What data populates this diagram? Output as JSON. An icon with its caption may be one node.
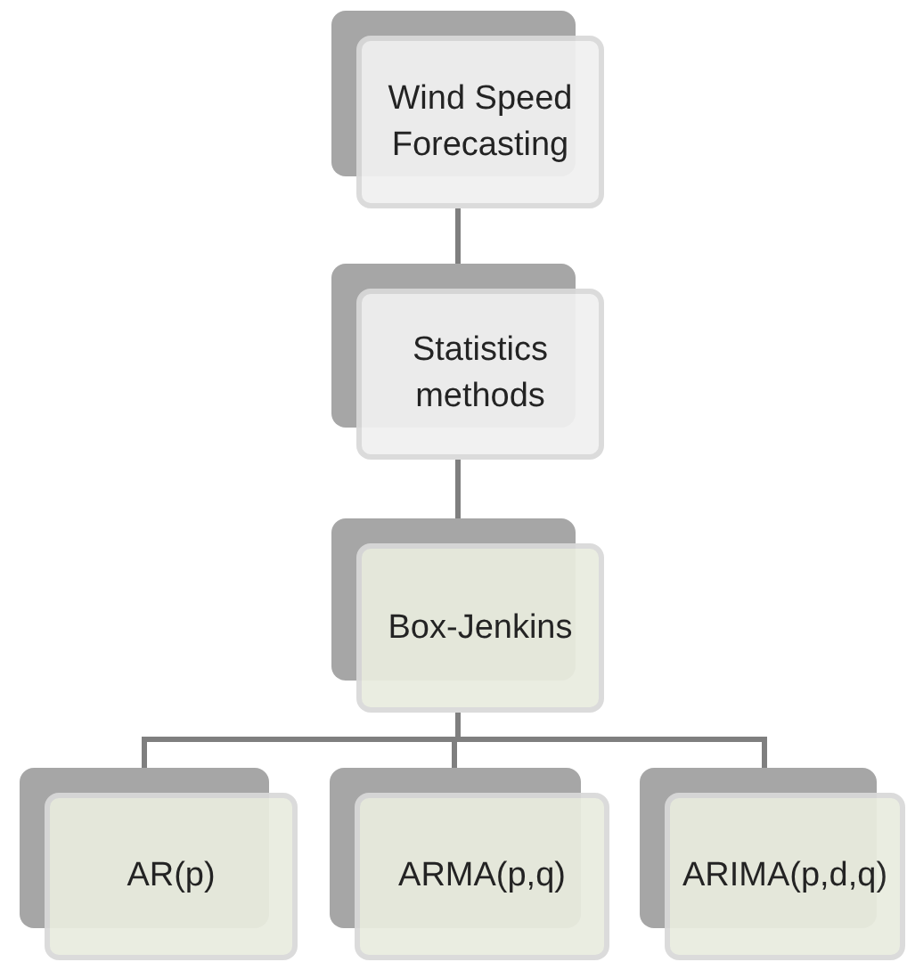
{
  "diagram": {
    "nodes": [
      {
        "text": [
          "Wind Speed Forecasting"
        ]
      },
      {
        "text": [
          "Statistics methods"
        ]
      },
      {
        "text": [
          "Box-Jenkins"
        ]
      },
      {
        "text": [
          "AR(p)"
        ]
      },
      {
        "text": [
          "ARMA(p,q)"
        ]
      },
      {
        "text": [
          "ARIMA(p,d,q)"
        ]
      }
    ],
    "edges": [
      {
        "from": 0,
        "to": 1,
        "arrow": "none"
      },
      {
        "from": 1,
        "to": 2,
        "arrow": "none"
      },
      {
        "from": 2,
        "to": 3,
        "arrow": "none"
      },
      {
        "from": 2,
        "to": 4,
        "arrow": "none"
      },
      {
        "from": 2,
        "to": 5,
        "arrow": "none"
      }
    ]
  }
}
